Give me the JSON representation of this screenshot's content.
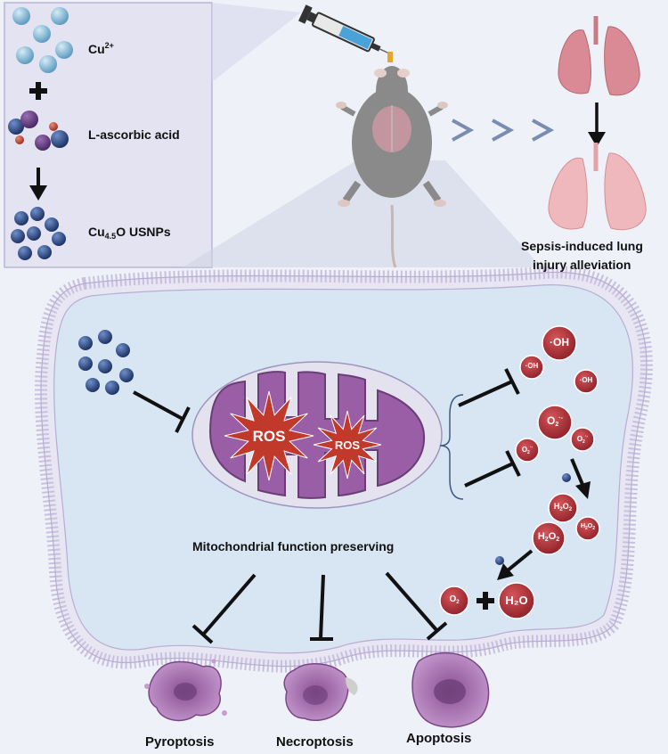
{
  "synthesis": {
    "cu_label": "Cu",
    "cu_charge": "2+",
    "ascorbic_label": "L-ascorbic acid",
    "product_prefix": "Cu",
    "product_sub": "4.5",
    "product_suffix": "O USNPs"
  },
  "lungs": {
    "caption_line1": "Sepsis-induced lung",
    "caption_line2": "injury alleviation"
  },
  "cell": {
    "ros_big": "ROS",
    "ros_small": "ROS",
    "mito_caption": "Mitochondrial function preserving"
  },
  "radicals": {
    "oh": "·OH",
    "o2_base": "O",
    "o2_sub": "2",
    "o2_sup": "·-",
    "h2o2_h": "H",
    "h2o2_sub": "2",
    "h2o2_o": "O",
    "o2_product": "O",
    "water": "H₂O"
  },
  "death": {
    "pyroptosis": "Pyroptosis",
    "necroptosis": "Necroptosis",
    "apoptosis": "Apoptosis"
  },
  "colors": {
    "membrane": "#d6cfe6",
    "cytoplasm": "#d8e6f3",
    "mito": "#9a5ea6",
    "ros_star": "#c0392b",
    "radical": "#b4323a",
    "nanoparticle": "#2f4b87",
    "cu_ion": "#7fb7d6",
    "lung_inflamed": "#d98a94",
    "lung_healthy": "#efb8bd",
    "chevron": "#7a8db0"
  }
}
